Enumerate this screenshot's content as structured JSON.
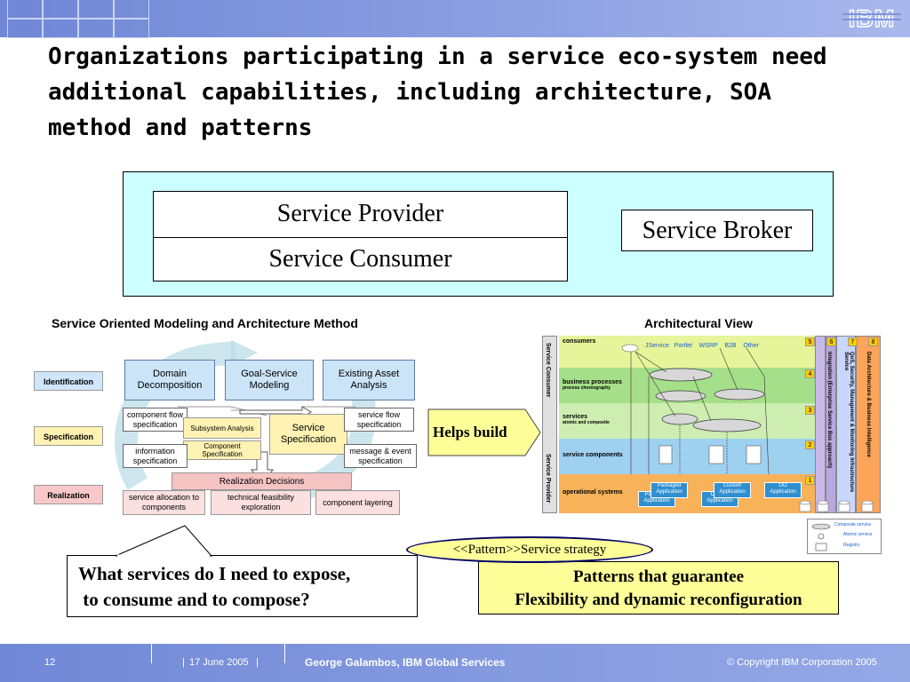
{
  "header": {
    "logo": "IBM"
  },
  "title": "Organizations participating in a service eco-system need additional capabilities, including architecture, SOA method and patterns",
  "soa_box": {
    "provider": "Service Provider",
    "consumer": "Service Consumer",
    "broker": "Service Broker"
  },
  "method": {
    "title": "Service Oriented Modeling and Architecture Method",
    "phases": [
      "Identification",
      "Specification",
      "Realization"
    ],
    "top_boxes": [
      "Domain Decomposition",
      "Goal-Service Modeling",
      "Existing Asset Analysis"
    ],
    "component_flow": "component flow specification",
    "subsystem": "Subsystem Analysis",
    "component_spec": "Component Specification",
    "service_spec": "Service Specification",
    "service_flow": "service flow specification",
    "information_spec": "information specification",
    "message_event": "message & event specification",
    "realization_decisions": "Realization Decisions",
    "realization_boxes": [
      "service allocation to components",
      "technical feasibility exploration",
      "component layering"
    ]
  },
  "arch": {
    "title": "Architectural View",
    "side_consumer": "Service Consumer",
    "side_provider": "Service Provider",
    "layers": [
      {
        "name": "consumers",
        "sub": "",
        "num": "5"
      },
      {
        "name": "business processes",
        "sub": "process choreography",
        "num": "4"
      },
      {
        "name": "services",
        "sub": "atomic and composite",
        "num": "3"
      },
      {
        "name": "service components",
        "sub": "",
        "num": "2"
      },
      {
        "name": "operational systems",
        "sub": "",
        "num": "1"
      }
    ],
    "consumer_types": "JService   Portlet    WSRP    B2B    Other",
    "apps": [
      "Packaged Application",
      "Custom Application",
      "OO Application"
    ],
    "back_apps": [
      "Packaged Application",
      "Custom Application"
    ],
    "vertical": [
      {
        "num": "6",
        "label": "Integration (Enterprise Service Bus approach)"
      },
      {
        "num": "7",
        "label": "QoS, Security, Management & Monitoring Infrastructure Service"
      },
      {
        "num": "8",
        "label": "Data Architecture & Business Intelligence"
      }
    ],
    "legend": [
      "Composite service",
      "Atomic service",
      "Registry"
    ]
  },
  "helps_build": "Helps build",
  "question": "What services do I need to expose,\n to consume and to compose?",
  "pattern": "<<Pattern>>Service strategy",
  "guarantee_line1": "Patterns that guarantee",
  "guarantee_line2": "Flexibility and dynamic reconfiguration",
  "footer": {
    "page": "12",
    "date": "17 June 2005",
    "author": "George Galambos, IBM Global Services",
    "copyright": "© Copyright IBM Corporation 2005"
  }
}
